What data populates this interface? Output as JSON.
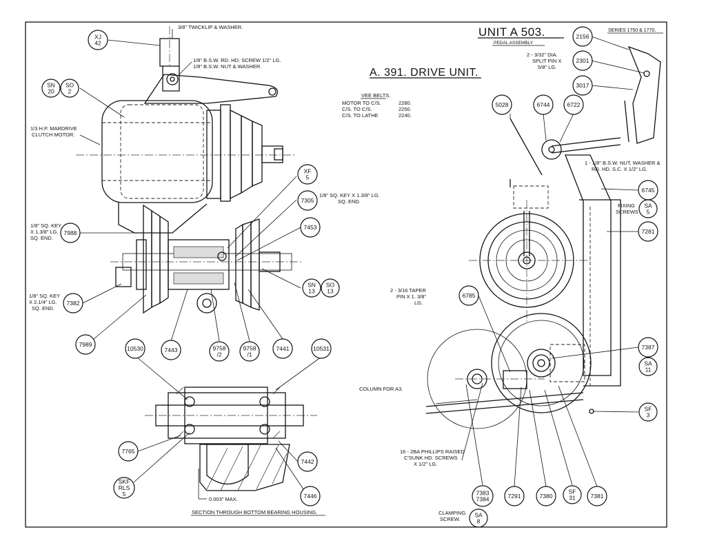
{
  "header": {
    "unit_title": "UNIT A 503.",
    "unit_subtitle": "PEDAL ASSEMBLY",
    "series": "SERIES 1750 & 1770.",
    "drive_title": "A. 391. DRIVE UNIT."
  },
  "vee_belts": {
    "heading": "VEE BELTS.",
    "rows": [
      {
        "label": "MOTOR TO C/S.",
        "value": "2280."
      },
      {
        "label": "C/S. TO C/S.",
        "value": "2250."
      },
      {
        "label": "C/S. TO LATHE",
        "value": "2240."
      }
    ]
  },
  "notes": {
    "twicklip": "3/8\" TWICKLIP & WASHER.",
    "screw_line1": "1/8\" B.S.W. RD. HD. SCREW 1/2\" LG.",
    "screw_line2": "1/8\" B.S.W. NUT & WASHER.",
    "motor_line1": "1/3 H.P. MARDRIVE",
    "motor_line2": "CLUTCH MOTOR.",
    "key7988_line1": "1/8\" SQ. KEY",
    "key7988_line2": "X 1.3/8\" LG.",
    "key7988_line3": "SQ. END.",
    "key7382_line1": "1/8\" SQ. KEY",
    "key7382_line2": "X 2.1/4\" LG.",
    "key7382_line3": "SQ. END.",
    "key7305_line1": "1/8\" SQ. KEY X 1.3/8\" LG.",
    "key7305_line2": "SQ. END.",
    "split_pin_line1": "2 - 3/32\" DIA.",
    "split_pin_line2": "SPLIT PIN X",
    "split_pin_line3": "5/8\" LG.",
    "nut_washer_line1": "1 - 1/8\" B.S.W. NUT, WASHER &",
    "nut_washer_line2": "RD. HD. S.C. X 1/2\" LG.",
    "fixing_line1": "FIXING",
    "fixing_line2": "SCREWS",
    "taper_line1": "2 - 3/16 TAPER",
    "taper_line2": "PIN X 1. 3/8\"",
    "taper_line3": "LG.",
    "column": "COLUMN FOR A3.",
    "phillips_line1": "16 - 2BA PHILLIPS RAISED",
    "phillips_line2": "C'SUNK HD. SCREWS",
    "phillips_line3": "X 1/2\" LG.",
    "clamping_line1": "CLAMPING",
    "clamping_line2": "SCREW.",
    "max": "0.003\" MAX.",
    "section": "SECTION THROUGH BOTTOM BEARING HOUSING."
  },
  "balloons": {
    "xj42": [
      "XJ",
      "42"
    ],
    "sn20": [
      "SN",
      "20"
    ],
    "so2": [
      "SO",
      "2"
    ],
    "xf5": [
      "XF",
      "5"
    ],
    "p7305": [
      "7305"
    ],
    "p7453": [
      "7453"
    ],
    "p7988": [
      "7988"
    ],
    "p7382": [
      "7382"
    ],
    "sn13": [
      "SN",
      "13"
    ],
    "so13": [
      "SO",
      "13"
    ],
    "p7989": [
      "7989"
    ],
    "p10530": [
      "10530"
    ],
    "p7443": [
      "7443"
    ],
    "p9758_2": [
      "9758",
      "/2"
    ],
    "p9758_1": [
      "9758",
      "/1"
    ],
    "p7441": [
      "7441"
    ],
    "p10531": [
      "10531"
    ],
    "p7765": [
      "7765"
    ],
    "skf": [
      "SKF",
      "RLS",
      "5"
    ],
    "p7442": [
      "7442"
    ],
    "p7446": [
      "7446"
    ],
    "p2156": [
      "2156"
    ],
    "p2301": [
      "2301"
    ],
    "p3017": [
      "3017"
    ],
    "p5028": [
      "5028"
    ],
    "p6744": [
      "6744"
    ],
    "p6722": [
      "6722"
    ],
    "p6745": [
      "6745"
    ],
    "sa5": [
      "SA",
      "5"
    ],
    "p7281": [
      "7281"
    ],
    "p6785": [
      "6785"
    ],
    "p7387": [
      "7387"
    ],
    "sa11": [
      "SA",
      "11"
    ],
    "sf3": [
      "SF",
      "3"
    ],
    "p7383": [
      "7383",
      "7384"
    ],
    "p7291": [
      "7291"
    ],
    "p7380": [
      "7380"
    ],
    "sf31": [
      "SF",
      "31"
    ],
    "p7381": [
      "7381"
    ],
    "sa8": [
      "SA",
      "8"
    ]
  }
}
